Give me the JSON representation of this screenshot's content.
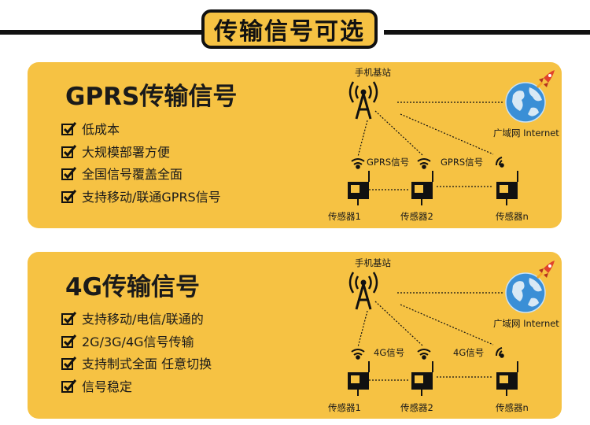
{
  "header": {
    "title": "传输信号可选"
  },
  "panels": [
    {
      "title": "GPRS传输信号",
      "features": [
        "低成本",
        "大规模部署方便",
        "全国信号覆盖全面",
        "支持移动/联通GPRS信号"
      ],
      "diagram": {
        "tower_label": "手机基站",
        "internet_label": "广域网 Internet",
        "signal_label_1": "GPRS信号",
        "signal_label_2": "GPRS信号",
        "sensors": [
          "传感器1",
          "传感器2",
          "传感器n"
        ]
      }
    },
    {
      "title": "4G传输信号",
      "features": [
        "支持移动/电信/联通的",
        "2G/3G/4G信号传输",
        "支持制式全面 任意切换",
        "信号稳定"
      ],
      "diagram": {
        "tower_label": "手机基站",
        "internet_label": "广域网 Internet",
        "signal_label_1": "4G信号",
        "signal_label_2": "4G信号",
        "sensors": [
          "传感器1",
          "传感器2",
          "传感器n"
        ]
      }
    }
  ],
  "colors": {
    "panel_bg": "#f6c243",
    "dark": "#111111",
    "globe": "#3a8fd6",
    "rocket": "#e0422c"
  },
  "icons": [
    "check-icon",
    "tower-icon",
    "globe-icon",
    "rocket-icon",
    "wifi-icon",
    "sensor-icon"
  ]
}
